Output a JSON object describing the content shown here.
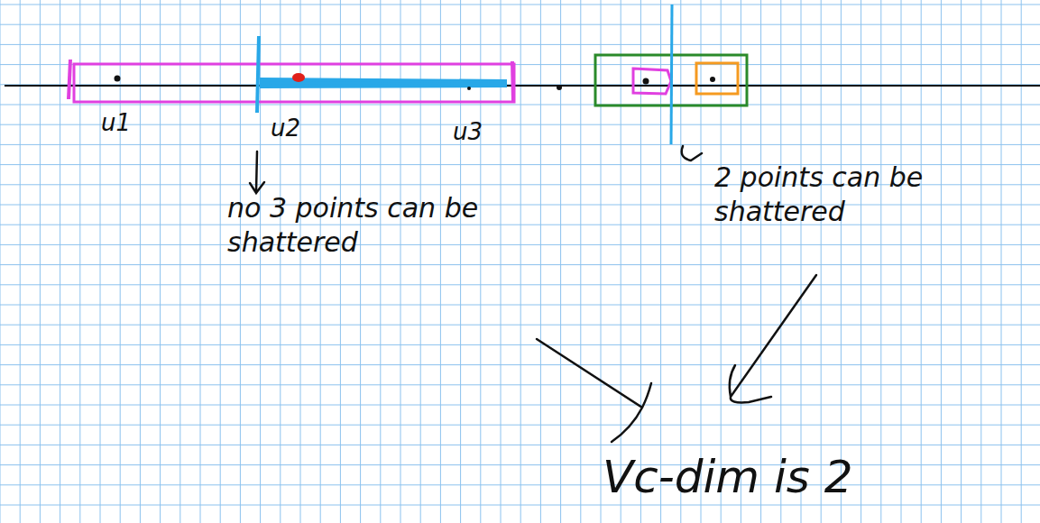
{
  "diagram": {
    "labels": [
      "u1",
      "u2",
      "u3",
      "no 3 points can be shattered",
      "2 points can be shattered",
      "Vc-dim is 2"
    ]
  }
}
